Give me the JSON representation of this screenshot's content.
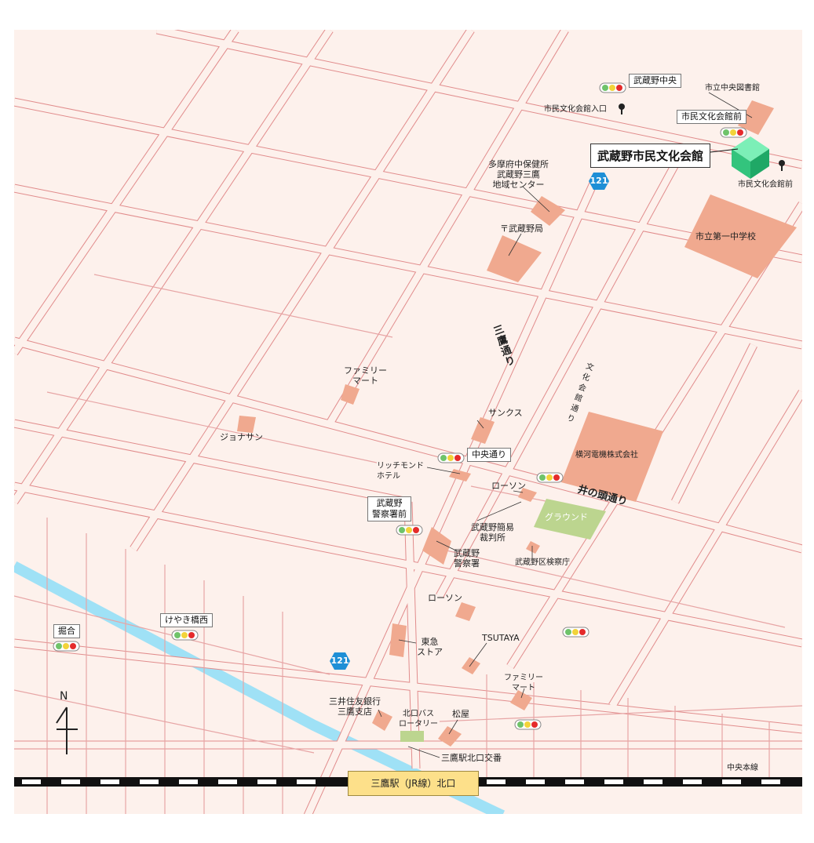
{
  "venue": {
    "name": "武蔵野市民文化会館"
  },
  "station": {
    "label": "三鷹駅（JR線）北口"
  },
  "route_number": "121",
  "north": "N",
  "signals": {
    "musashino_chuo": "武蔵野中央",
    "shimin_bunka_kaikan_mae": "市民文化会館前",
    "chuo_dori": "中央通り",
    "keisatsusho_mae": "武蔵野\n警察署前",
    "keyaki_bashi_nishi": "けやき橋西",
    "horiai": "掘合"
  },
  "bus_stops": {
    "kaikan_iriguchi": "市民文化会館入口",
    "kaikan_mae": "市民文化会館前"
  },
  "labels": {
    "library": "市立中央図書館",
    "health_center": "多摩府中保健所\n武蔵野三鷹\n地域センター",
    "post_office": "〒武蔵野局",
    "junior_high": "市立第一中学校",
    "mitaka_dori": "三鷹通り",
    "bunka_kaikan_dori": "文化会館通り",
    "family_mart_1": "ファミリー\nマート",
    "sunkus": "サンクス",
    "jonathan": "ジョナサン",
    "yokogawa": "横河電機株式会社",
    "richmond_hotel": "リッチモンド\nホテル",
    "lawson_1": "ローソン",
    "inokashira_dori": "井の頭通り",
    "ground": "グラウンド",
    "summary_court": "武蔵野簡易\n裁判所",
    "police_station": "武蔵野\n警察署",
    "prosecutors_office": "武蔵野区検察庁",
    "lawson_2": "ローソン",
    "tokyu_store": "東急\nストア",
    "tsutaya": "TSUTAYA",
    "family_mart_2": "ファミリー\nマート",
    "smbc_bank": "三井住友銀行\n三鷹支店",
    "bus_rotary": "北口バス\nロータリー",
    "matsuya": "松屋",
    "koban": "三鷹駅北口交番",
    "chuo_line": "中央本線"
  },
  "colors": {
    "background": "#fdf1ec",
    "road_edge": "#e18c8c",
    "building": "#f0a98f",
    "ground": "#bcd58f",
    "river": "#9fe1f6",
    "venue": "#46d38e",
    "station": "#fde08a",
    "route_shield": "#1e8fd6"
  }
}
